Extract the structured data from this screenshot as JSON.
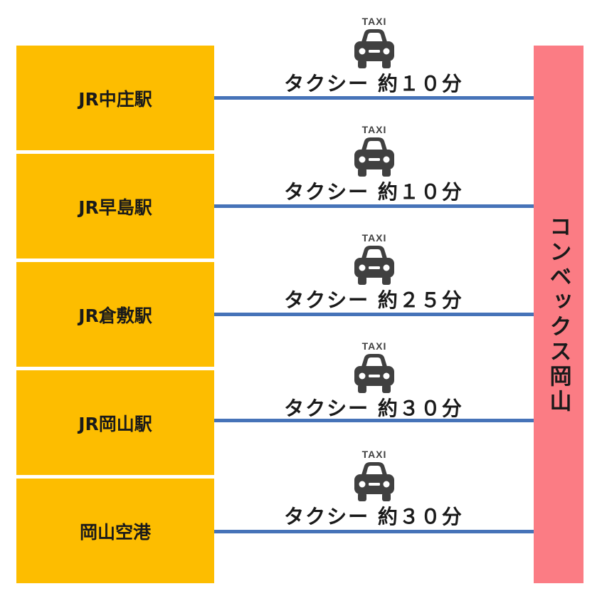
{
  "stations": [
    {
      "name": "JR中庄駅",
      "route": "タクシー 約１０分"
    },
    {
      "name": "JR早島駅",
      "route": "タクシー 約１０分"
    },
    {
      "name": "JR倉敷駅",
      "route": "タクシー 約２５分"
    },
    {
      "name": "JR岡山駅",
      "route": "タクシー 約３０分"
    },
    {
      "name": "岡山空港",
      "route": "タクシー 約３０分"
    }
  ],
  "destination": "コンベックス岡山",
  "taxi_sign": "TAXI",
  "icons": {
    "route_icon": "taxi-icon"
  },
  "colors": {
    "station_box": "#fdbd00",
    "destination_box": "#fb7c84",
    "route_line": "#4673b8",
    "icon": "#404040"
  }
}
